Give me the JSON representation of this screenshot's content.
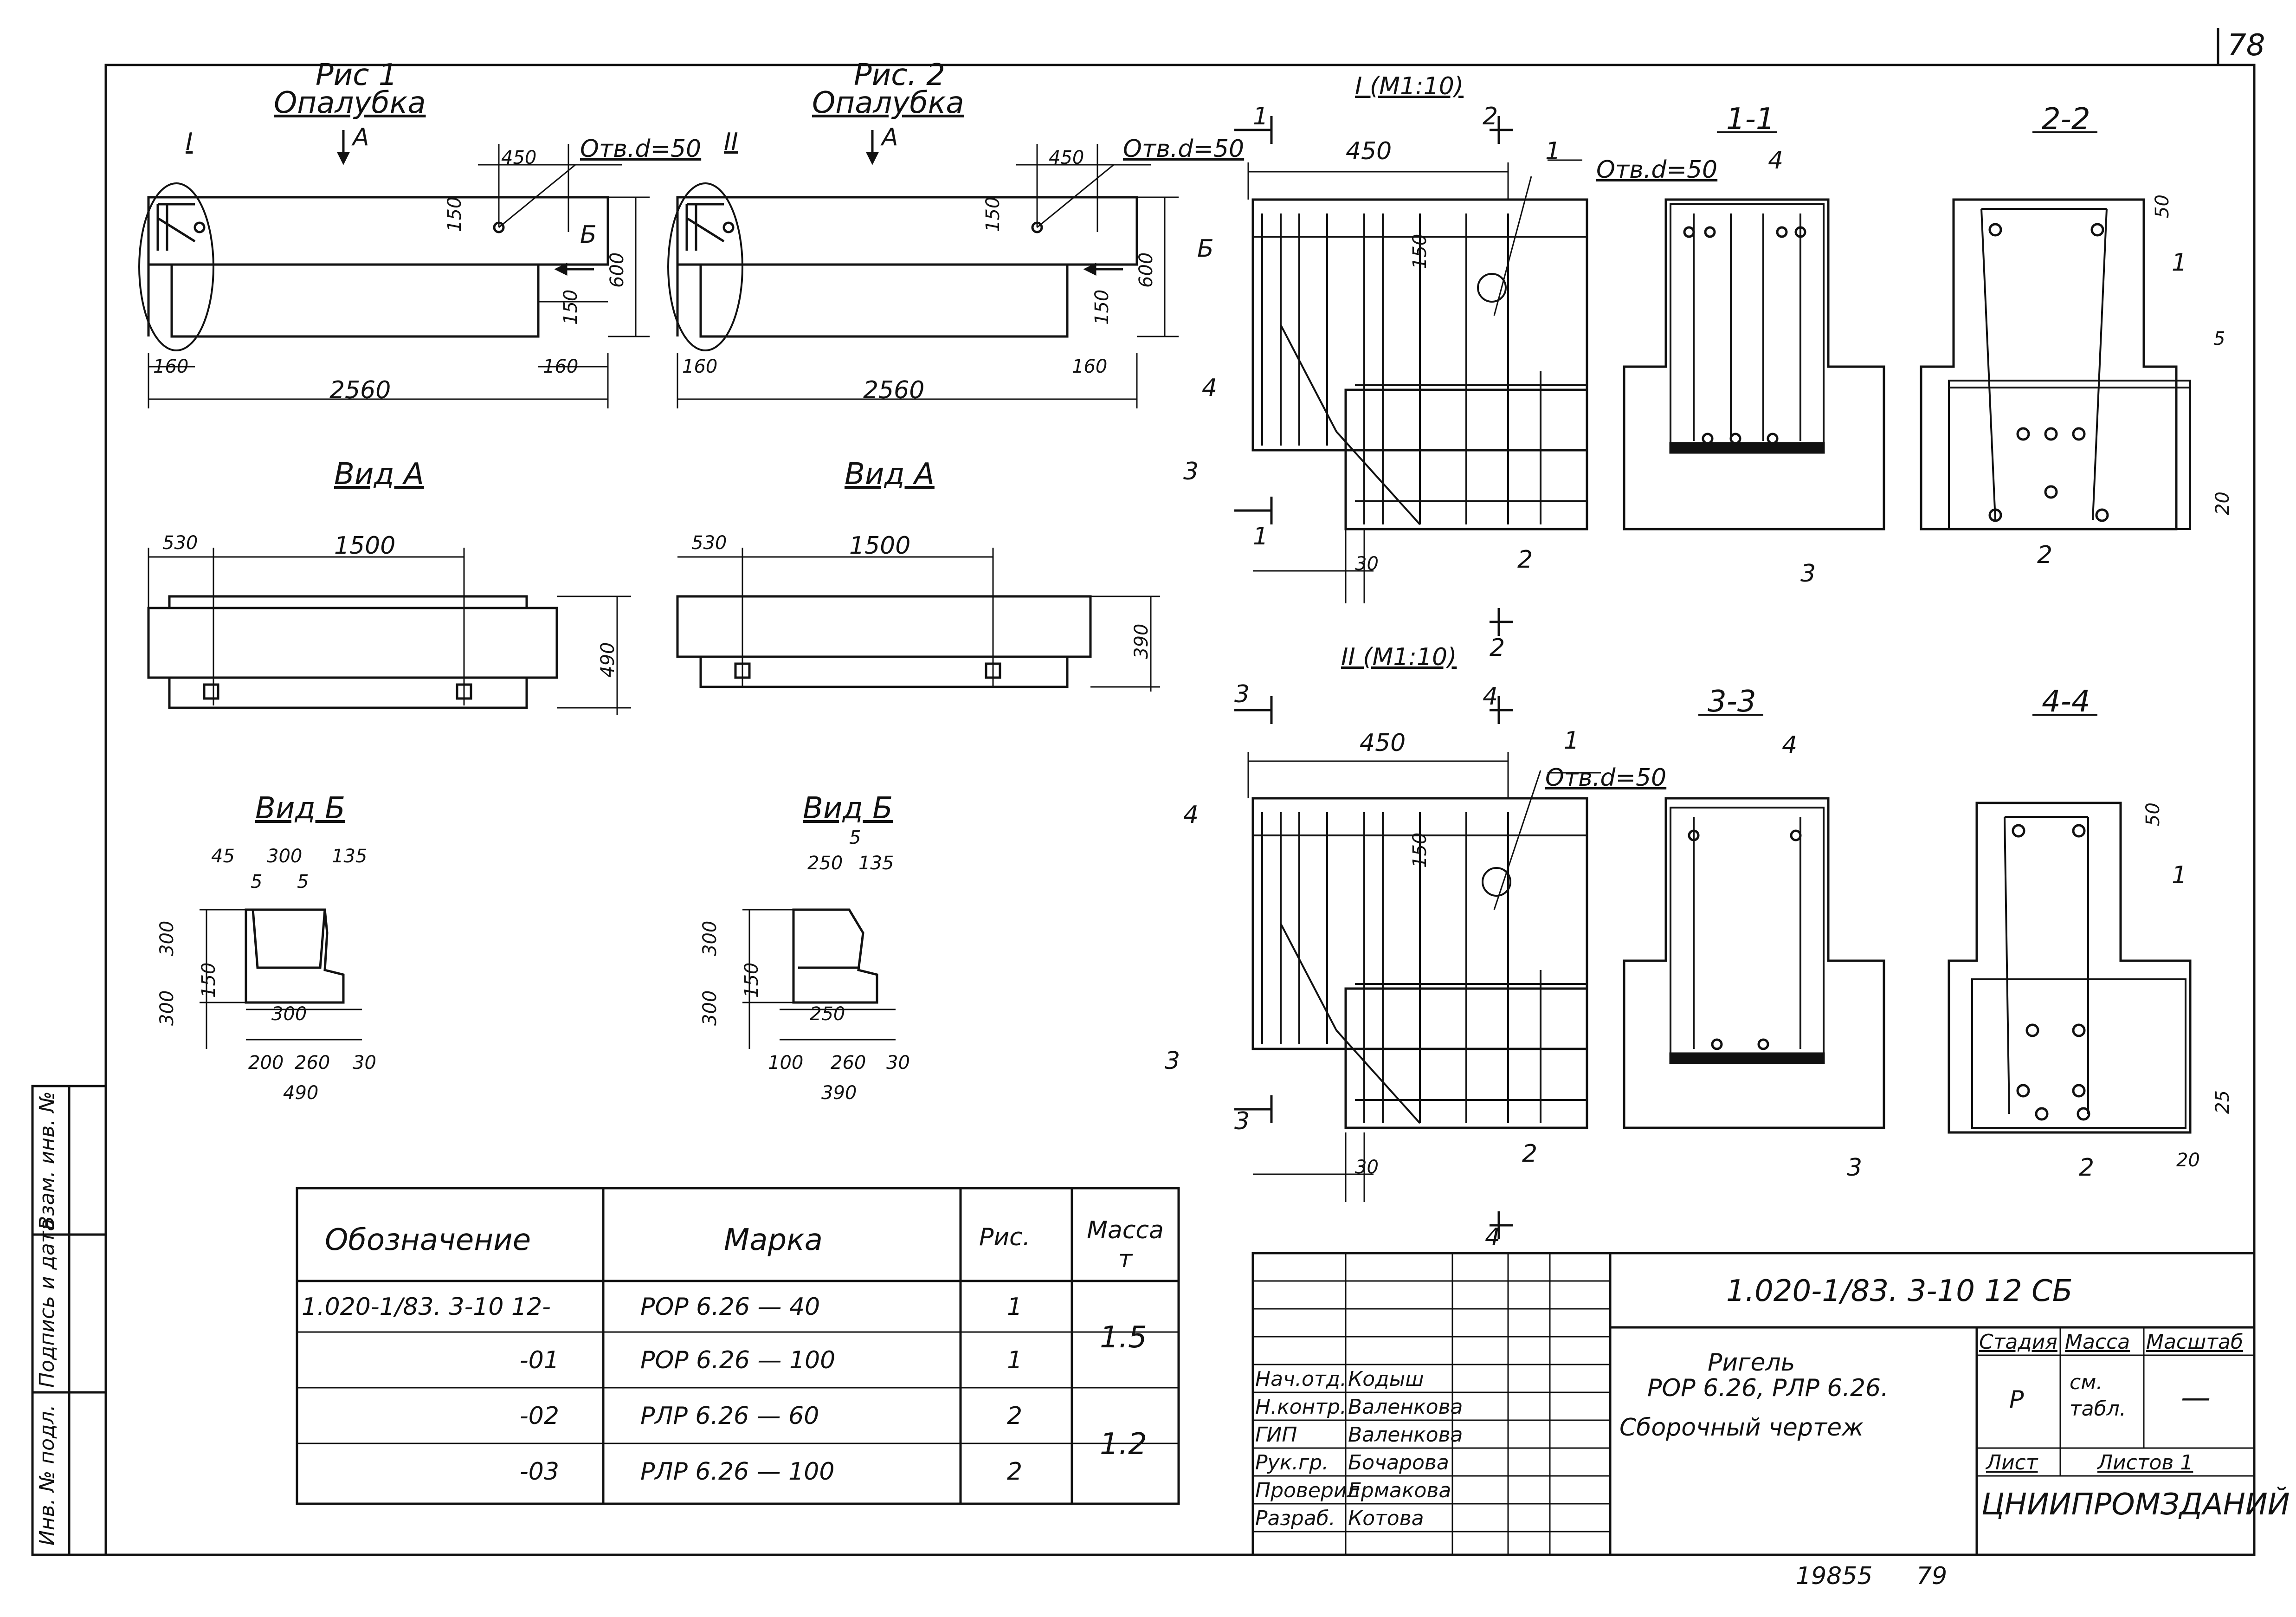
{
  "page_number_top": "78",
  "figure1": {
    "title": "Рис 1",
    "subtitle": "Опалубка",
    "view_arrow": "А",
    "callout": "I",
    "hole": "Отв.d=50",
    "dims": {
      "d450": "450",
      "d150a": "150",
      "d600": "600",
      "d150b": "150",
      "d160a": "160",
      "d160b": "160",
      "d2560": "2560"
    },
    "section": "Б"
  },
  "figure2": {
    "title": "Рис. 2",
    "subtitle": "Опалубка",
    "view_arrow": "А",
    "callout": "II",
    "hole": "Отв.d=50",
    "dims": {
      "d450": "450",
      "d150a": "150",
      "d600": "600",
      "d150b": "150",
      "d160a": "160",
      "d160b": "160",
      "d2560": "2560"
    },
    "section": "Б"
  },
  "viewA1": {
    "title": "Вид А",
    "d530": "530",
    "d1500": "1500",
    "d490": "490"
  },
  "viewA2": {
    "title": "Вид А",
    "d530": "530",
    "d1500": "1500",
    "d390": "390"
  },
  "viewB1": {
    "title": "Вид Б",
    "d45": "45",
    "d5a": "5",
    "d300": "300",
    "d5b": "5",
    "d135": "135",
    "d300v1": "300",
    "d150": "150",
    "d300v2": "300",
    "d300b": "300",
    "d200": "200",
    "d260": "260",
    "d30": "30",
    "d490": "490"
  },
  "viewB2": {
    "title": "Вид Б",
    "d5": "5",
    "d250": "250",
    "d135": "135",
    "d300v1": "300",
    "d150": "150",
    "d300v2": "300",
    "d250b": "250",
    "d100": "100",
    "d260": "260",
    "d30": "30",
    "d390": "390"
  },
  "detailI": {
    "title": "I (М1:10)",
    "d450": "450",
    "d150": "150",
    "hole": "Отв.d=50",
    "d30": "30",
    "cut1": "1",
    "cut2": "2",
    "marks": [
      "1",
      "1",
      "4",
      "3",
      "2"
    ]
  },
  "detailII": {
    "title": "II (М1:10)",
    "d450": "450",
    "d150": "150",
    "hole": "Отв.d=50",
    "d30": "30",
    "cut3": "3",
    "cut4": "4",
    "marks": [
      "1",
      "1",
      "4",
      "3",
      "2"
    ]
  },
  "sec11": {
    "title": "1-1",
    "marks": [
      "4",
      "3"
    ]
  },
  "sec22": {
    "title": "2-2",
    "marks": [
      "1",
      "2"
    ],
    "d50": "50",
    "d5": "5",
    "d20": "20"
  },
  "sec33": {
    "title": "3-3",
    "marks": [
      "4",
      "3"
    ]
  },
  "sec44": {
    "title": "4-4",
    "marks": [
      "1",
      "2"
    ],
    "d50": "50",
    "d25": "25",
    "d20": "20"
  },
  "spec_table": {
    "headers": [
      "Обозначение",
      "Марка",
      "Рис.",
      "Масса т"
    ],
    "rows": [
      {
        "code": "1.020-1/83. 3-10  12-",
        "mark": "РОР 6.26 — 40",
        "fig": "1"
      },
      {
        "code": "-01",
        "mark": "РОР 6.26 — 100",
        "fig": "1"
      },
      {
        "code": "-02",
        "mark": "РЛР 6.26 — 60",
        "fig": "2"
      },
      {
        "code": "-03",
        "mark": "РЛР 6.26 — 100",
        "fig": "2"
      }
    ],
    "mass": [
      "1.5",
      "1.2"
    ]
  },
  "left_strip": [
    "Инв. № подл.",
    "Подпись и дата",
    "Взам. инв. №"
  ],
  "title_block": {
    "doc_code": "1.020-1/83. 3-10  12 СБ",
    "name_line1": "Ригель",
    "name_line2": "РОР 6.26, РЛР 6.26.",
    "name_line3": "Сборочный  чертеж",
    "stage_hdr": "Стадия",
    "mass_hdr": "Масса",
    "scale_hdr": "Масштаб",
    "stage": "Р",
    "mass": "см. табл.",
    "scale": "—",
    "sheet_hdr": "Лист",
    "sheets_hdr": "Листов 1",
    "org": "ЦНИИПРОМЗДАНИЙ",
    "roles": [
      "Нач.отд.",
      "Н.контр.",
      "ГИП",
      "Рук.гр.",
      "Проверил",
      "Разраб."
    ],
    "names": [
      "Кодыш",
      "Валенкова",
      "Валенкова",
      "Бочарова",
      "Ермакова",
      "Котова"
    ]
  },
  "footer": {
    "number": "19855",
    "page": "79"
  }
}
